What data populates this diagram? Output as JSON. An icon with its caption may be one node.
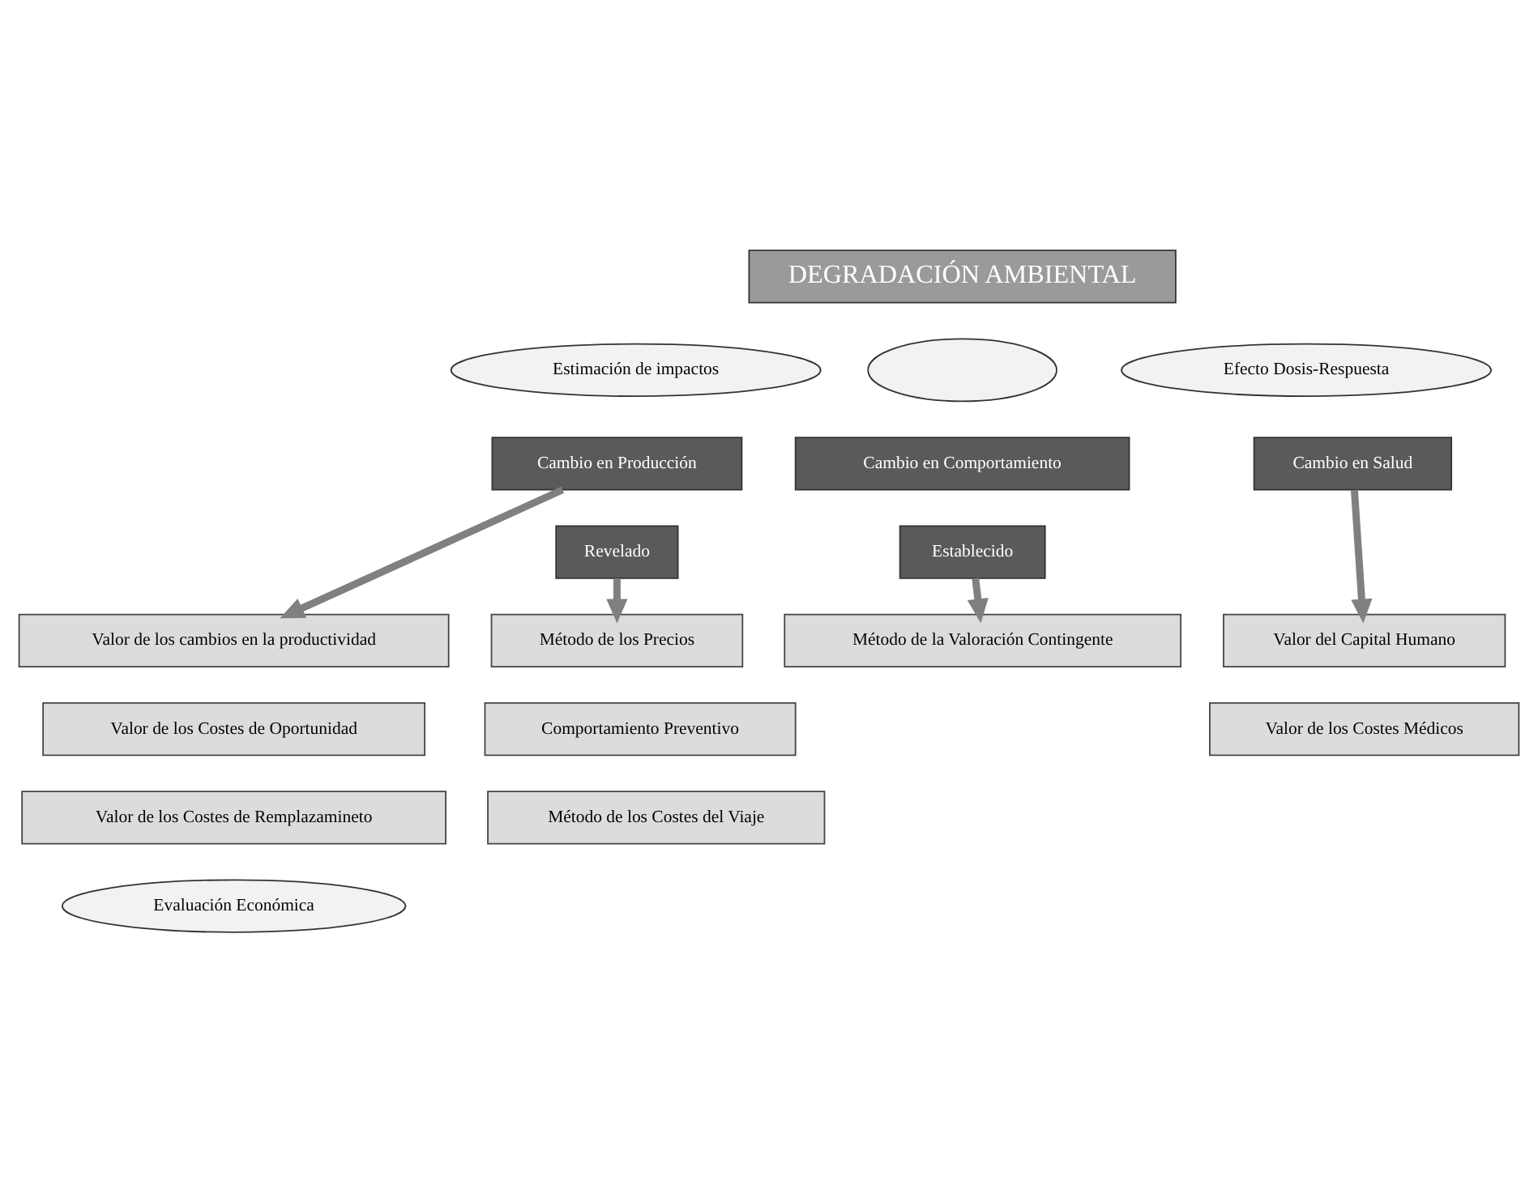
{
  "diagram": {
    "nodes": [
      {
        "text": [
          "DEGRADACIÓN AMBIENTAL"
        ]
      },
      {
        "text": [
          "Estimación de impactos"
        ]
      },
      {
        "text": [
          "Efecto Dosis-Respuesta"
        ]
      },
      {
        "text": [],
        "shape": "cloud"
      },
      {
        "text": [
          "Cambio en Producción"
        ]
      },
      {
        "text": [
          "Cambio en Salud"
        ]
      },
      {
        "text": [
          "Cambio en Comportamiento"
        ]
      },
      {
        "text": [
          "Revelado"
        ]
      },
      {
        "text": [
          "Establecido"
        ]
      },
      {
        "text": [
          "Valor de los cambios en la productividad"
        ]
      },
      {
        "text": [
          "Valor del Capital Humano"
        ]
      },
      {
        "text": [
          "Método de los Precios"
        ]
      },
      {
        "text": [
          "Método de la Valoración Contingente"
        ]
      },
      {
        "text": [
          "Valor de los Costes de Oportunidad"
        ]
      },
      {
        "text": [
          "Valor de los Costes Médicos"
        ]
      },
      {
        "text": [
          "Comportamiento Preventivo"
        ]
      },
      {
        "text": [
          "Valor de los Costes de Remplazamineto"
        ]
      },
      {
        "text": [
          "Método de los Costes del Viaje"
        ]
      },
      {
        "text": [
          "Evaluación Económica"
        ]
      }
    ],
    "edges": [
      {
        "from": 4,
        "to": 9,
        "arrow": "to"
      },
      {
        "from": 5,
        "to": 10,
        "arrow": "to"
      },
      {
        "from": 7,
        "to": 11,
        "arrow": "to"
      },
      {
        "from": 8,
        "to": 12,
        "arrow": "to"
      }
    ]
  }
}
